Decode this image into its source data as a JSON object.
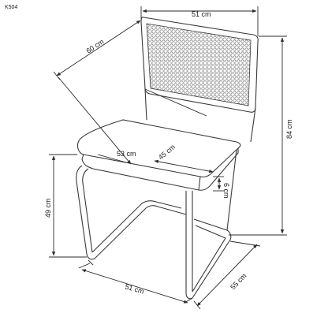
{
  "product": {
    "code": "K504"
  },
  "dimensions": {
    "back_width": "51 cm",
    "back_depth": "60 cm",
    "total_height": "84 cm",
    "seat_depth": "53 cm",
    "seat_width": "45 cm",
    "seat_thickness": "6 cm",
    "seat_height": "49 cm",
    "base_width": "51 cm",
    "base_depth": "55 cm"
  }
}
